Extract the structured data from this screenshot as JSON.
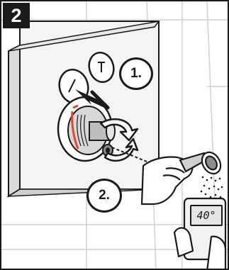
{
  "step_number": "2",
  "callouts": {
    "step1": "1.",
    "step2": "2."
  },
  "thermometer": {
    "reading": "40°"
  },
  "colors": {
    "outline": "#1a1a1a",
    "tile_wall": "#ffffff",
    "panel": "#f4f4f4",
    "handle_gray": "#8c8c8c",
    "temperature_mark": "#e8432e",
    "display_bg": "#e6e6e6"
  },
  "icons": [
    "hot-water-icon",
    "cold-water-icon",
    "rotate-arrow-icon",
    "push-arrow-icon"
  ]
}
